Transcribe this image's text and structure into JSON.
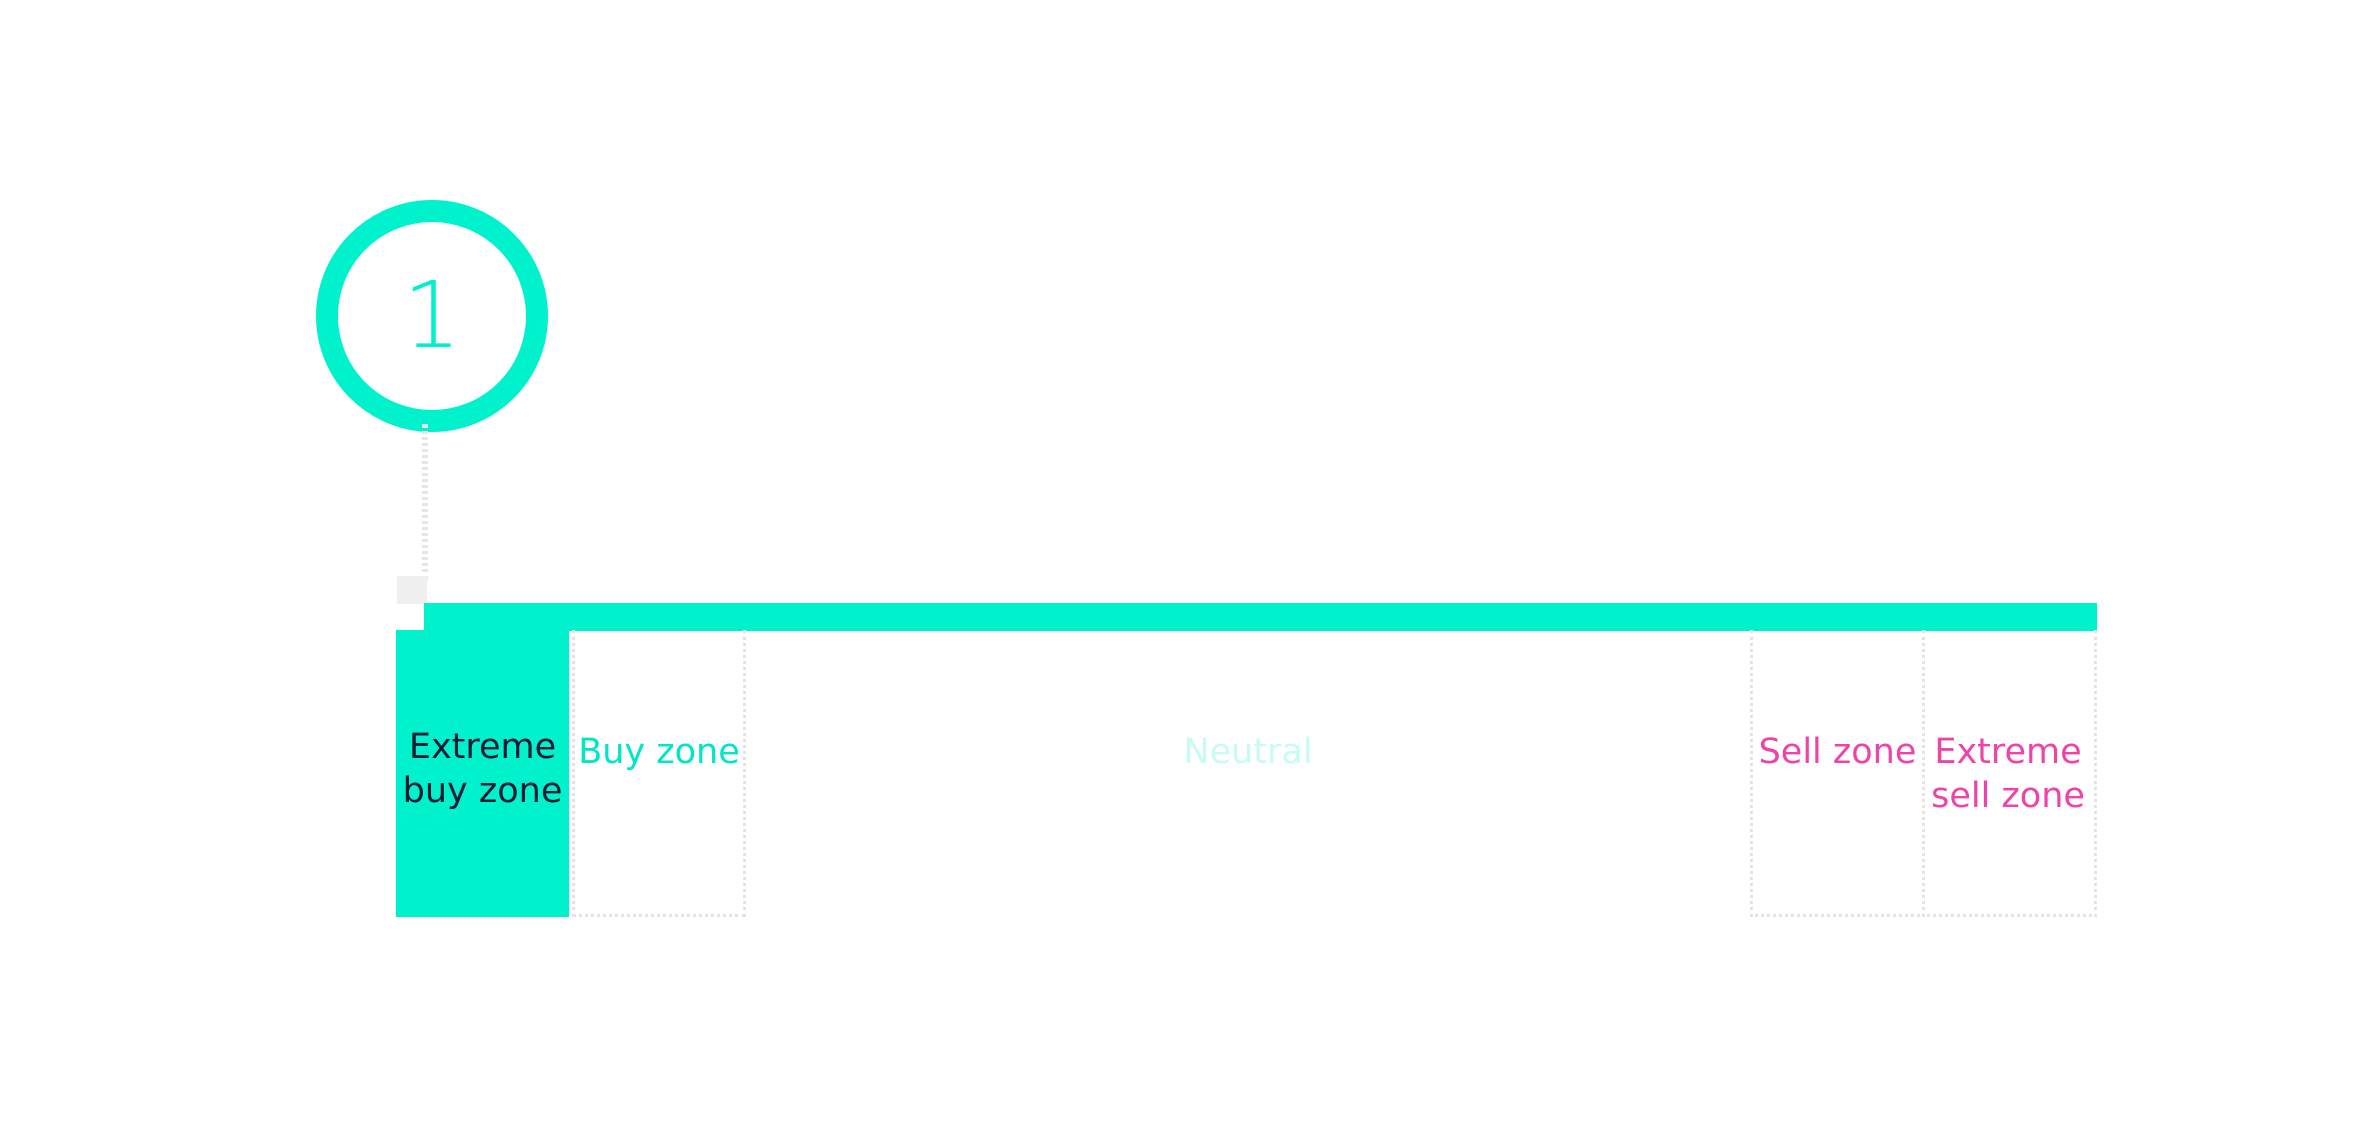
{
  "step": {
    "number": "1"
  },
  "zones": [
    {
      "key": "extreme_buy",
      "label_line1": "Extreme",
      "label_line2": "buy zone",
      "color": "#141a33",
      "fill": "#00f2cc",
      "active": true
    },
    {
      "key": "buy",
      "label_line1": "Buy zone",
      "color": "#00e6c6"
    },
    {
      "key": "neutral",
      "label_line1": "Neutral",
      "color": "#c8fbf3"
    },
    {
      "key": "sell",
      "label_line1": "Sell zone",
      "color": "#ee44a8"
    },
    {
      "key": "extreme_sell",
      "label_line1": "Extreme",
      "label_line2": "sell zone",
      "color": "#ee44a8"
    }
  ],
  "colors": {
    "accent": "#00f2cc",
    "sell": "#ee44a8",
    "dark_text": "#141a33",
    "guide": "#e3e3e3"
  }
}
